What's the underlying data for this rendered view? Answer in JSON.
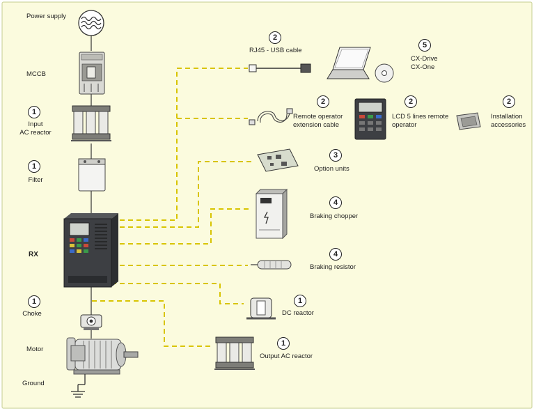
{
  "colors": {
    "background": "#fbfbde",
    "frame": "#cfd6a0",
    "connector": "#d8c400",
    "ink": "#222222"
  },
  "labels": {
    "power_supply": "Power supply",
    "mccb": "MCCB",
    "input_reactor_1": "Input",
    "input_reactor_2": "AC reactor",
    "filter": "Filter",
    "rx": "RX",
    "choke": "Choke",
    "motor": "Motor",
    "ground": "Ground",
    "rj45": "RJ45 - USB cable",
    "cx_1": "CX-Drive",
    "cx_2": "CX-One",
    "remote_1": "Remote operator",
    "remote_2": "extension cable",
    "lcd_1": "LCD 5 lines remote",
    "lcd_2": "operator",
    "install_1": "Installation",
    "install_2": "accessories",
    "option": "Option units",
    "chopper": "Braking chopper",
    "resistor": "Braking resistor",
    "dc": "DC reactor",
    "out_ac": "Output AC reactor"
  },
  "badges": {
    "input_reactor": "1",
    "filter": "1",
    "choke": "1",
    "rj45": "2",
    "cx": "5",
    "remote": "2",
    "lcd": "2",
    "install": "2",
    "option": "3",
    "chopper": "4",
    "resistor": "4",
    "dc": "1",
    "out_ac": "1"
  }
}
